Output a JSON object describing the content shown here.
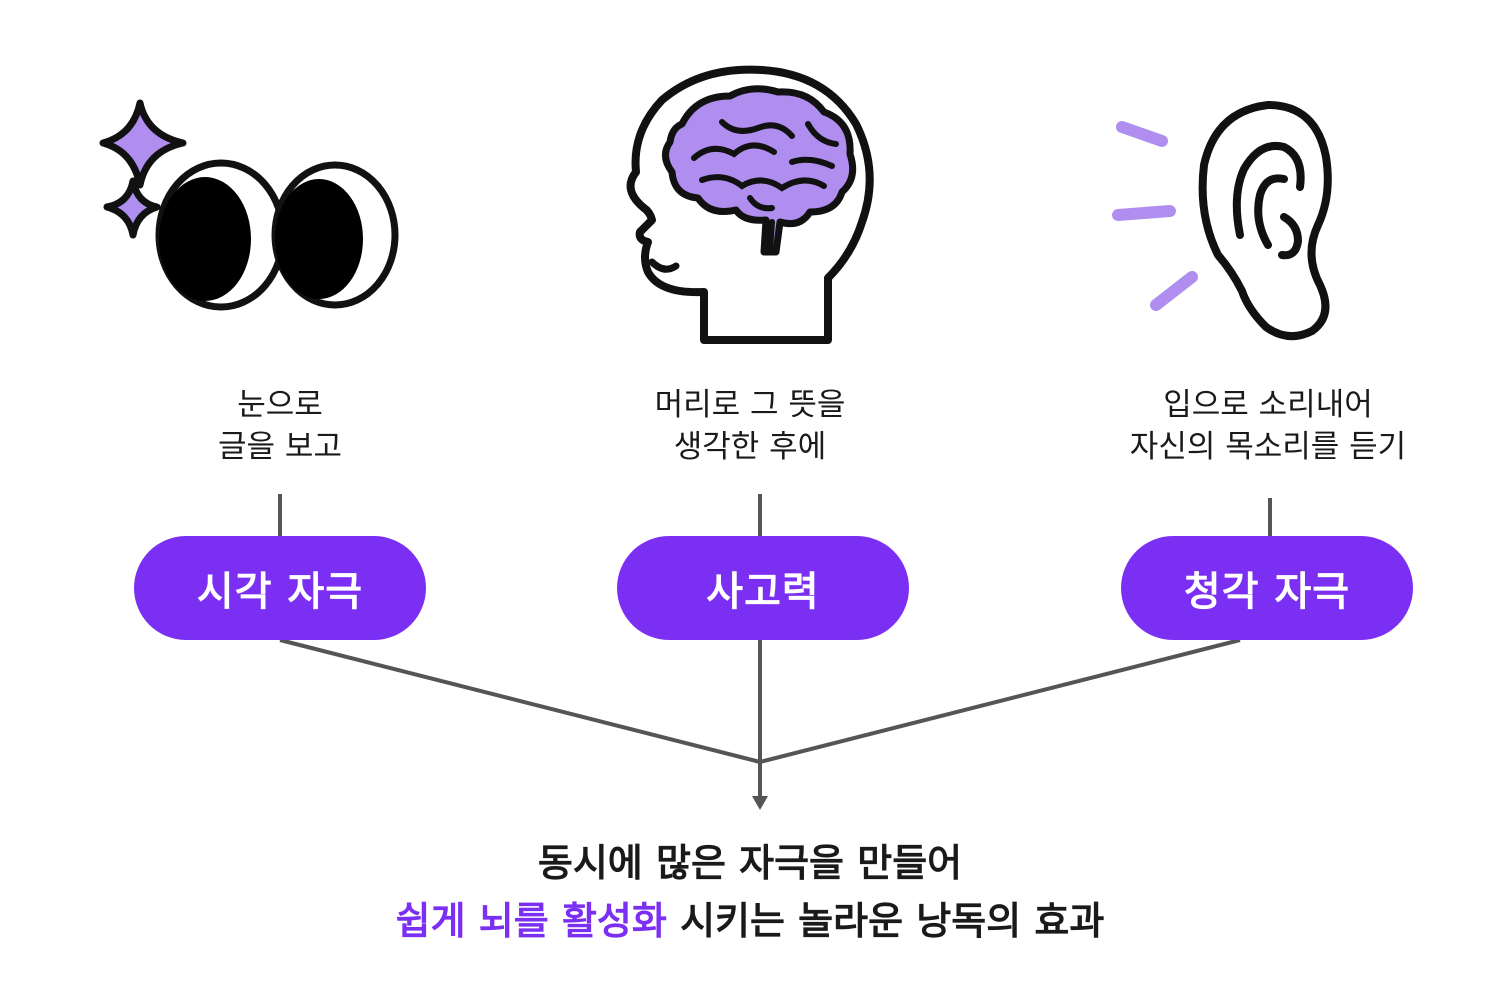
{
  "colors": {
    "accent": "#7b2ff2",
    "icon_fill": "#b08ef0",
    "line": "#555555"
  },
  "columns": [
    {
      "icon": "eyes-icon",
      "caption": [
        "눈으로",
        "글을 보고"
      ],
      "label": "시각 자극"
    },
    {
      "icon": "brain-head-icon",
      "caption": [
        "머리로 그 뜻을",
        "생각한 후에"
      ],
      "label": "사고력"
    },
    {
      "icon": "ear-icon",
      "caption": [
        "입으로 소리내어",
        "자신의 목소리를 듣기"
      ],
      "label": "청각 자극"
    }
  ],
  "summary": {
    "line1": "동시에 많은 자극을 만들어",
    "line2_highlight": "쉽게 뇌를 활성화",
    "line2_rest": " 시키는 놀라운 낭독의 효과"
  }
}
